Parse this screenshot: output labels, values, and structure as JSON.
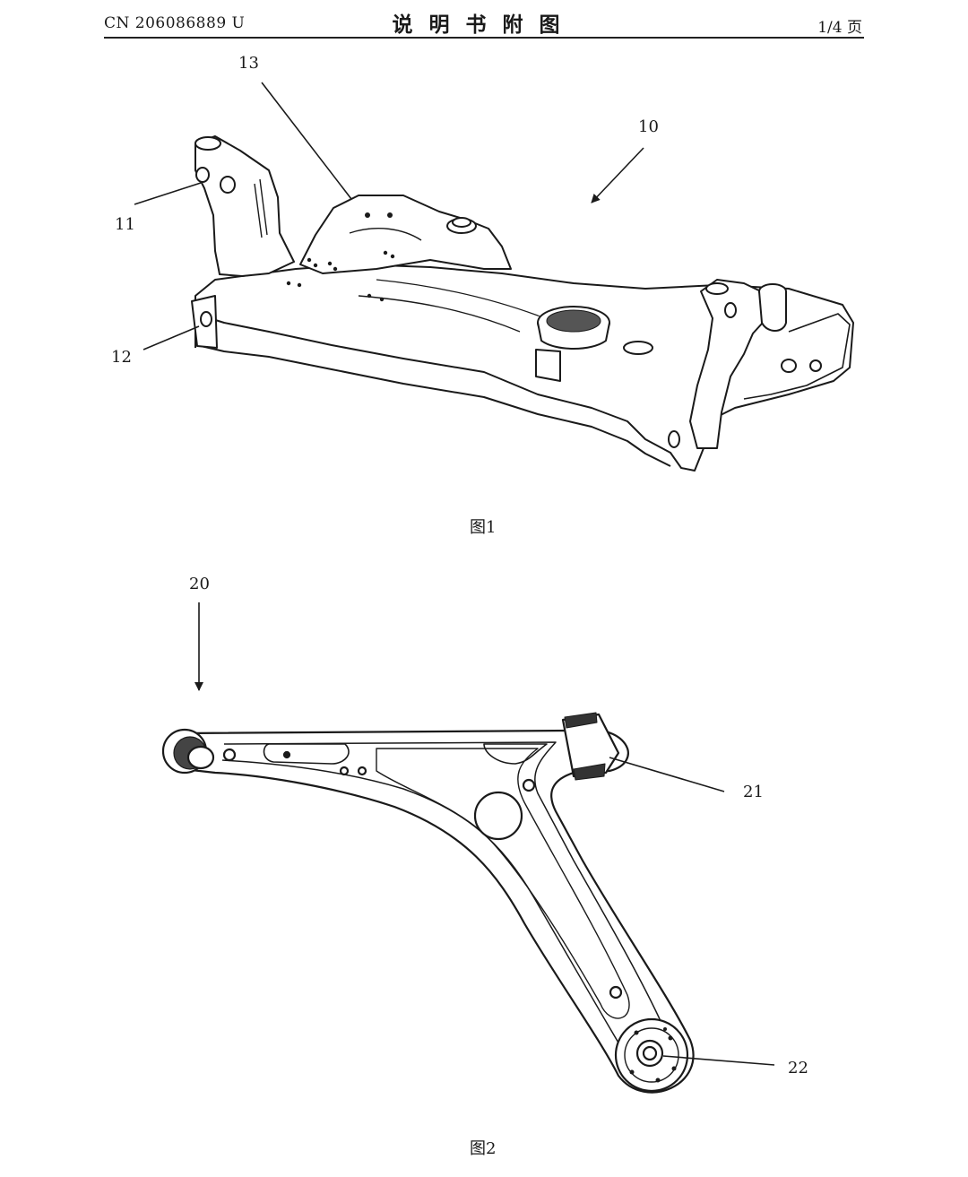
{
  "header": {
    "doc_number": "CN 206086889 U",
    "title": "说明书附图",
    "page": "1/4 页"
  },
  "figure1": {
    "caption": "图1",
    "labels": {
      "assembly": "10",
      "left_upper": "11",
      "left_lower": "12",
      "top_mount": "13"
    }
  },
  "figure2": {
    "caption": "图2",
    "labels": {
      "arm": "20",
      "front_bushing": "21",
      "rear_bushing": "22"
    }
  }
}
